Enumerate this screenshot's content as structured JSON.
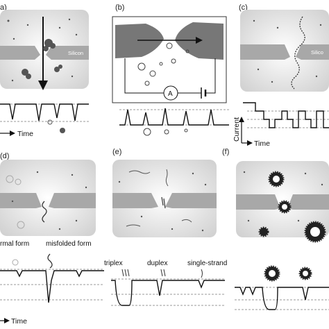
{
  "panels": {
    "a": {
      "label": "a)",
      "material": "Silicon",
      "axis": "Time"
    },
    "b": {
      "label": "(b)",
      "meter": "A"
    },
    "c": {
      "label": "(c)",
      "material": "Silico",
      "ylabel": "Current",
      "axis": "Time"
    },
    "d": {
      "label": "(d)",
      "form1": "rmal form",
      "form2": "misfolded form",
      "axis": "Time"
    },
    "e": {
      "label": "(e)",
      "triplex": "triplex",
      "duplex": "duplex",
      "single": "single-strand"
    },
    "f": {
      "label": "(f)"
    }
  },
  "colors": {
    "chamber": "#d4d4d4",
    "membrane": "#a8a8a8",
    "electrode": "#777777",
    "trace": "#111111"
  }
}
